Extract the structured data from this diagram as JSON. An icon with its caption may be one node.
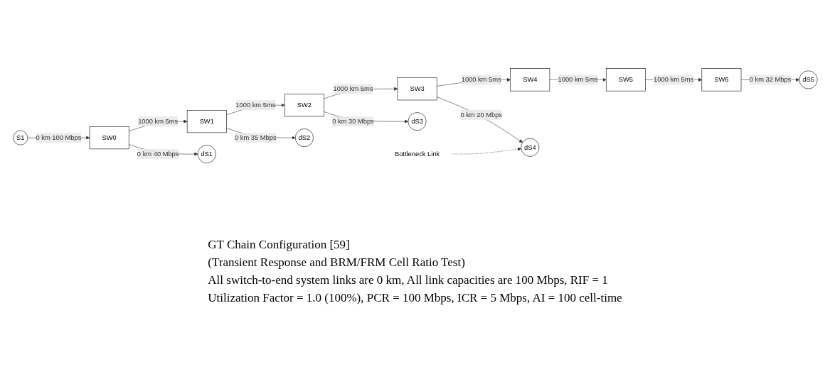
{
  "diagram": {
    "caption": "GT Chain Configuration [59]",
    "nodes": [
      {
        "text": [
          "S1"
        ]
      },
      {
        "text": [
          "SW0"
        ]
      },
      {
        "text": [
          "SW1"
        ]
      },
      {
        "text": [
          "SW2"
        ]
      },
      {
        "text": [
          "SW3"
        ]
      },
      {
        "text": [
          "SW4"
        ]
      },
      {
        "text": [
          "SW5"
        ]
      },
      {
        "text": [
          "SW6"
        ]
      },
      {
        "text": [
          "dS1"
        ]
      },
      {
        "text": [
          "dS2"
        ]
      },
      {
        "text": [
          "dS3"
        ]
      },
      {
        "text": [
          "dS4"
        ]
      },
      {
        "text": [
          "dS5"
        ]
      },
      {
        "text": [
          "Bottleneck Link"
        ]
      }
    ],
    "edges": [
      {
        "from": 0,
        "to": 1,
        "arrow": "to",
        "label": "0 km 100 Mbps"
      },
      {
        "from": 1,
        "to": 2,
        "arrow": "to",
        "label": "1000 km 5ms"
      },
      {
        "from": 2,
        "to": 3,
        "arrow": "to",
        "label": "1000 km 5ms"
      },
      {
        "from": 3,
        "to": 4,
        "arrow": "to",
        "label": "1000 km 5ms"
      },
      {
        "from": 4,
        "to": 5,
        "arrow": "to",
        "label": "1000 km 5ms"
      },
      {
        "from": 5,
        "to": 6,
        "arrow": "to",
        "label": "1000 km 5ms"
      },
      {
        "from": 6,
        "to": 7,
        "arrow": "to",
        "label": "1000 km 5ms"
      },
      {
        "from": 1,
        "to": 8,
        "arrow": "to",
        "label": "0 km 40 Mbps"
      },
      {
        "from": 2,
        "to": 9,
        "arrow": "to",
        "label": "0 km 35 Mbps"
      },
      {
        "from": 3,
        "to": 10,
        "arrow": "to",
        "label": "0 km 30 Mbps"
      },
      {
        "from": 4,
        "to": 11,
        "arrow": "to",
        "label": "0 km 20 Mbps"
      },
      {
        "from": 7,
        "to": 12,
        "arrow": "to",
        "label": "0 km 32 Mbps"
      },
      {
        "from": 13,
        "to": 11,
        "arrow": "to",
        "style": "dashed"
      }
    ],
    "labels": [
      "(Transient Response and BRM/FRM Cell Ratio Test)",
      "All switch-to-end system links are 0 km, All link capacities are 100 Mbps, RIF = 1",
      "Utilization Factor = 1.0 (100%), PCR = 100 Mbps, ICR = 5 Mbps, AI = 100 cell-time"
    ]
  }
}
